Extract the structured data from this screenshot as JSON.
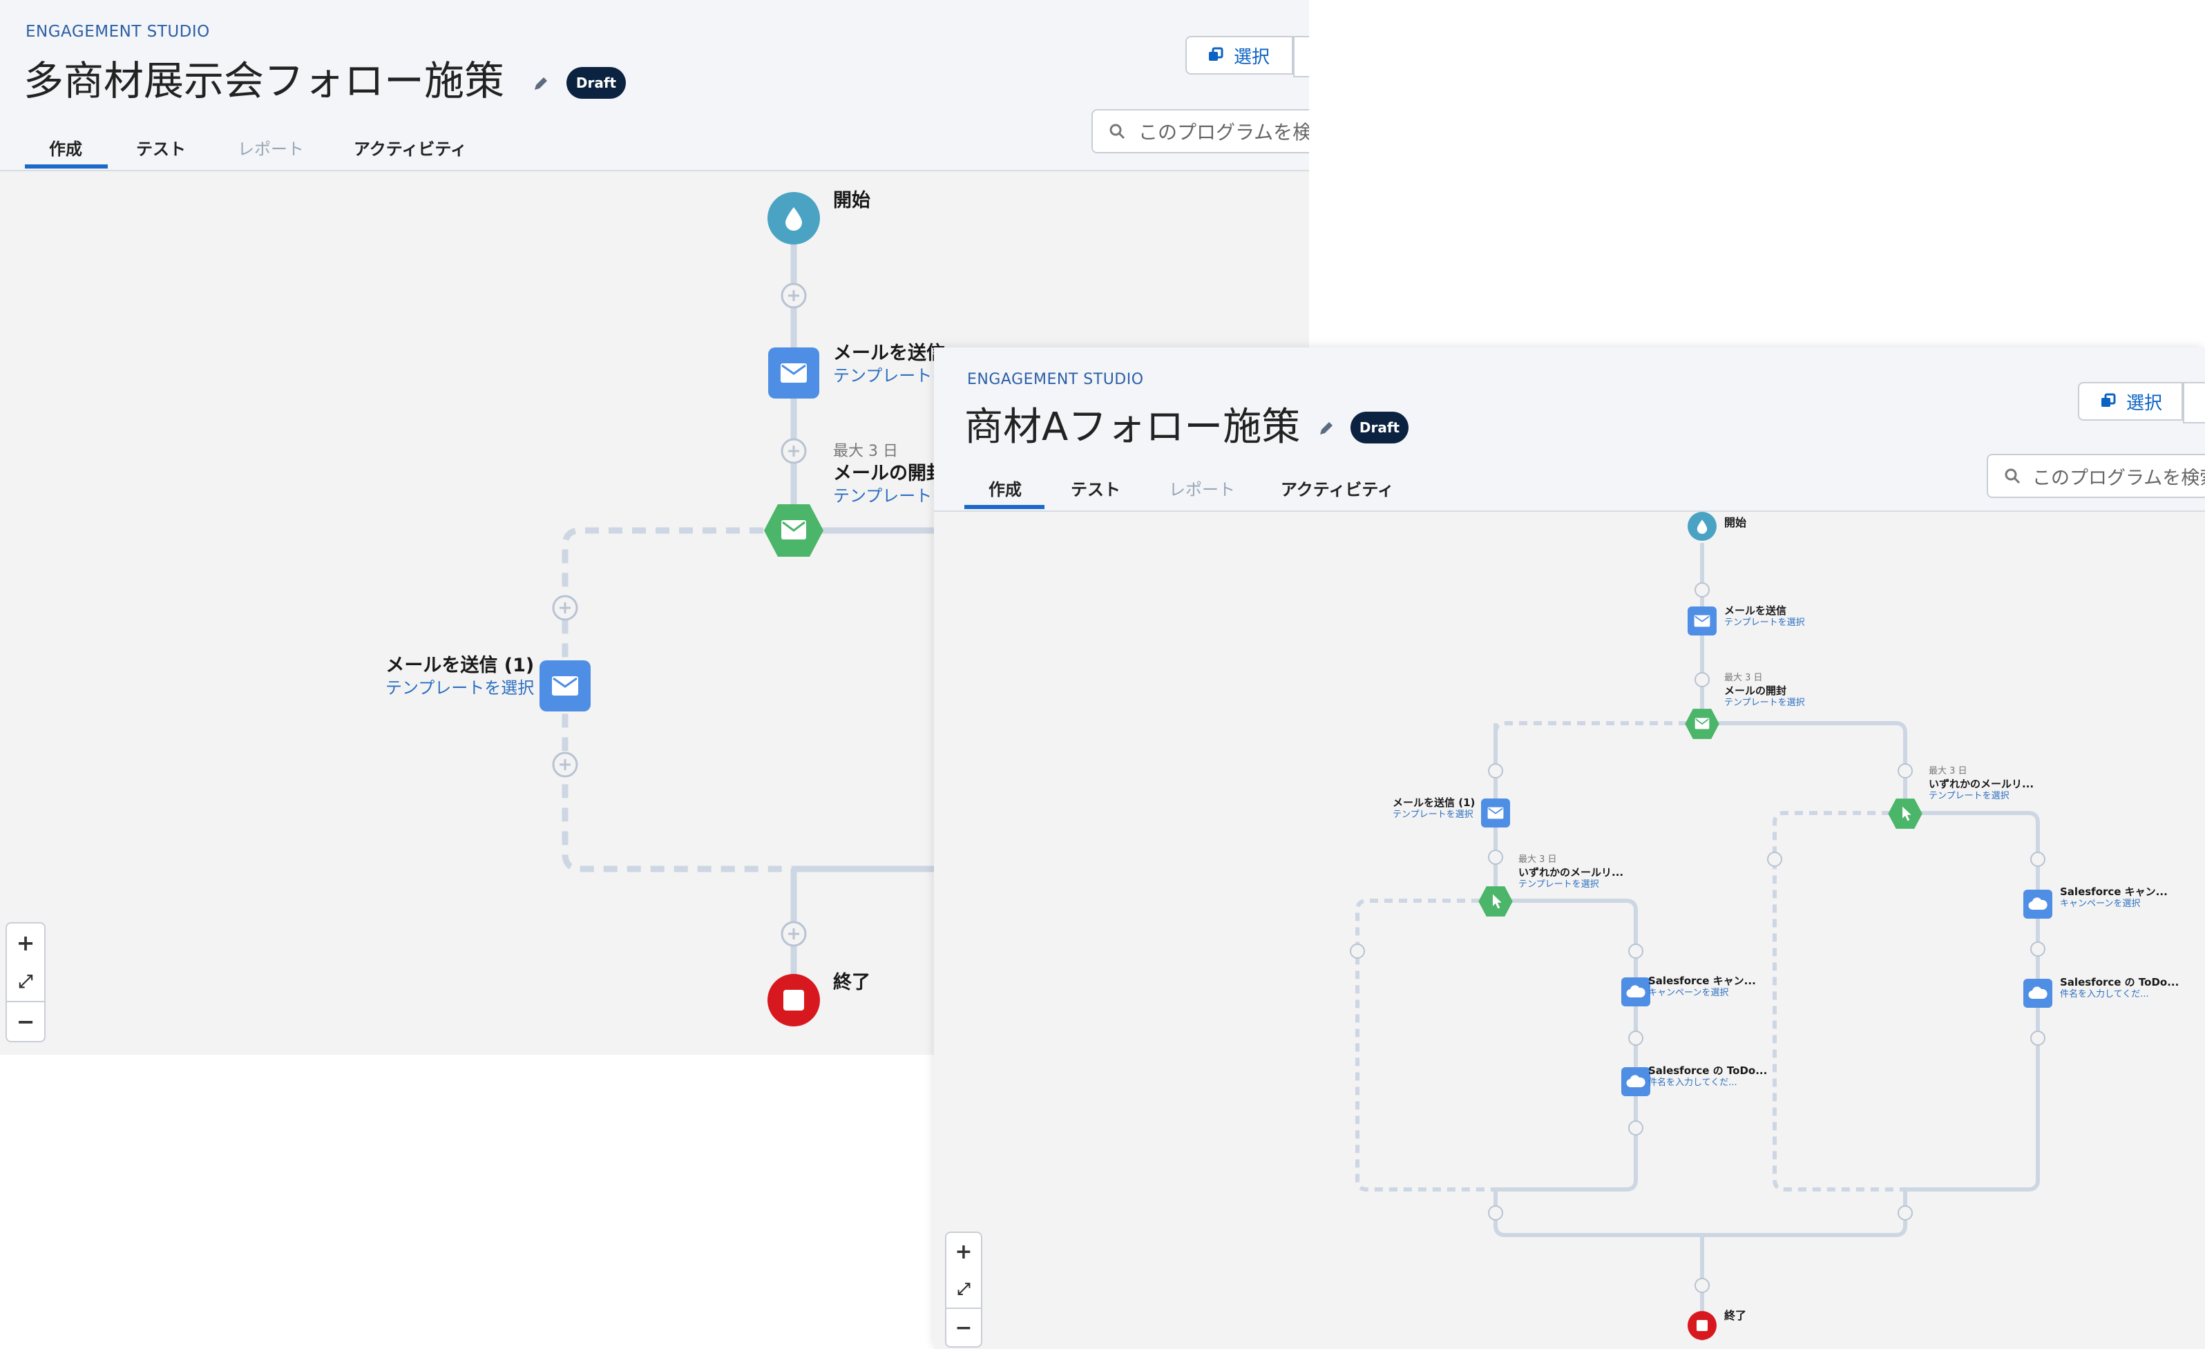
{
  "studio_label": "ENGAGEMENT STUDIO",
  "draft_badge": "Draft",
  "select_button": "選択",
  "search_placeholder": "このプログラムを検索",
  "tabs": [
    {
      "label": "作成"
    },
    {
      "label": "テスト"
    },
    {
      "label": "レポート"
    },
    {
      "label": "アクティビティ"
    }
  ],
  "zoom": {
    "in": "+",
    "fit": "⤢",
    "out": "−"
  },
  "program_back": {
    "title": "多商材展示会フォロー施策",
    "search_visible": "このプログラムを検",
    "nodes": {
      "start": "開始",
      "send_email": "メールを送信",
      "send_email_sub": "テンプレートを",
      "wait_meta": "最大 3 日",
      "email_open": "メールの開封",
      "email_open_sub": "テンプレートを",
      "send_email_1": "メールを送信 (1)",
      "send_email_1_sub": "テンプレートを選択",
      "end": "終了"
    }
  },
  "program_front": {
    "title": "商材Aフォロー施策",
    "search_visible": "このプログラムを検索",
    "nodes": {
      "start": "開始",
      "send_email": "メールを送信",
      "send_email_sub": "テンプレートを選択",
      "wait_meta": "最大 3 日",
      "email_open": "メールの開封",
      "email_open_sub": "テンプレートを選択",
      "left_send": "メールを送信 (1)",
      "left_send_sub": "テンプレートを選択",
      "left_wait_meta": "最大 3 日",
      "left_click": "いずれかのメールリ...",
      "left_click_sub": "テンプレートを選択",
      "right_wait_meta": "最大 3 日",
      "right_click": "いずれかのメールリ...",
      "right_click_sub": "テンプレートを選択",
      "sf_campaign": "Salesforce キャン...",
      "sf_campaign_sub": "キャンペーンを選択",
      "sf_todo": "Salesforce の ToDo...",
      "sf_todo_sub": "件名を入力してくだ...",
      "sf_campaign_r": "Salesforce キャン...",
      "sf_campaign_r_sub": "キャンペーンを選択",
      "sf_todo_r": "Salesforce の ToDo...",
      "sf_todo_r_sub": "件名を入力してくだ...",
      "end": "終了"
    }
  },
  "colors": {
    "start": "#4aa3c3",
    "email": "#4f8ee5",
    "decision": "#4bb569",
    "end": "#d7191f",
    "connector": "#cdd6e3",
    "draft": "#0b2240",
    "accent": "#1b6ac9"
  },
  "icons": [
    "drop-icon",
    "mail-icon",
    "hexagon-mail-icon",
    "hexagon-click-icon",
    "salesforce-cloud-icon",
    "stop-icon",
    "plus-circle-icon",
    "pencil-icon",
    "copy-icon",
    "search-icon"
  ]
}
